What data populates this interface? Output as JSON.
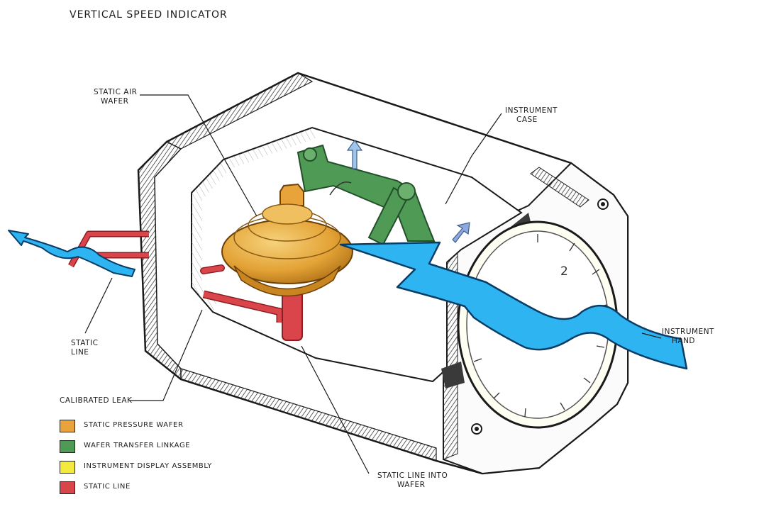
{
  "title": "Vertical Speed Indicator",
  "labels": {
    "static_air_wafer": [
      "Static Air",
      "Wafer"
    ],
    "instrument_case": [
      "Instrument",
      "Case"
    ],
    "static_line": [
      "Static",
      "Line"
    ],
    "calibrated_leak": "Calibrated Leak",
    "instrument_hand": [
      "Instrument",
      "Hand"
    ],
    "static_line_into_wafer": [
      "Static Line Into",
      "Wafer"
    ]
  },
  "dial_number": "2",
  "legend": [
    {
      "label": "Static Pressure Wafer",
      "color": "#e8a33a"
    },
    {
      "label": "Wafer Transfer Linkage",
      "color": "#4f9a55"
    },
    {
      "label": "Instrument Display Assembly",
      "color": "#f2ea3c"
    },
    {
      "label": "Static Line",
      "color": "#d9454b"
    }
  ],
  "colors": {
    "flow_arrow": "#2fb4f2",
    "case_outline": "#1a1a1a",
    "wafer": "#e8a33a",
    "linkage": "#4f9a55",
    "static_line": "#d9454b"
  }
}
